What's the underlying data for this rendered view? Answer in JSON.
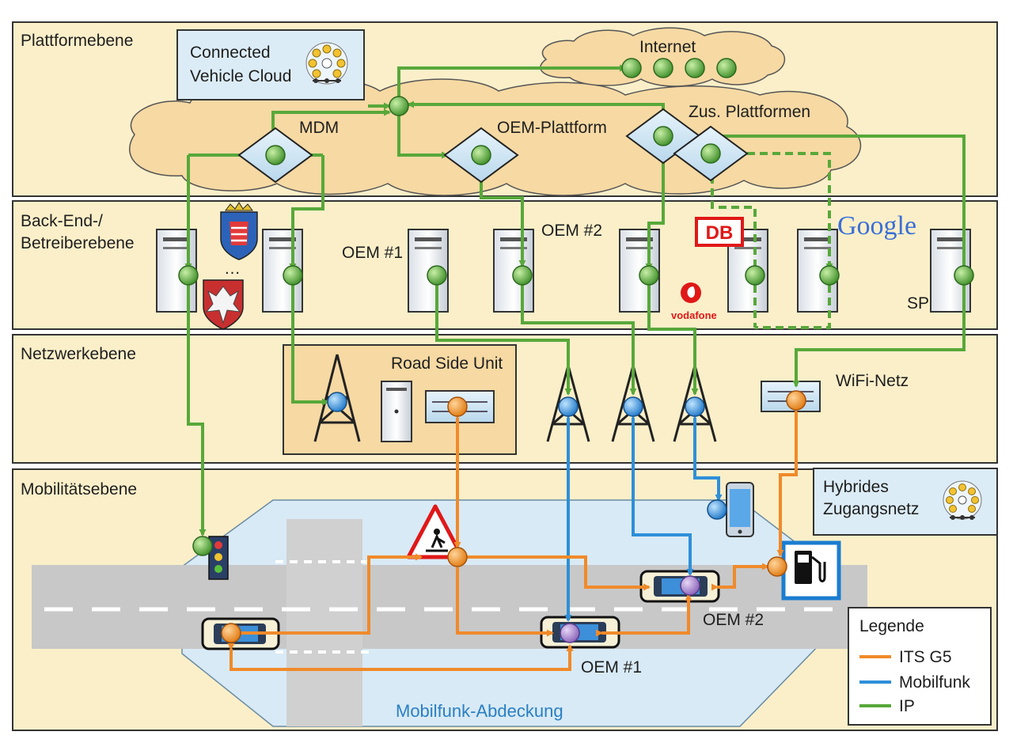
{
  "levels": {
    "platform": "Plattformebene",
    "backend_line1": "Back-End-/",
    "backend_line2": "Betreiberebene",
    "network": "Netzwerkebene",
    "mobility": "Mobilitätsebene"
  },
  "cloud_box": {
    "line1": "Connected",
    "line2": "Vehicle Cloud"
  },
  "hybrid_box": {
    "line1": "Hybrides",
    "line2": "Zugangsnetz"
  },
  "platform_labels": {
    "internet": "Internet",
    "mdm": "MDM",
    "oem_platform": "OEM-Plattform",
    "additional_platforms": "Zus. Plattformen"
  },
  "backend_labels": {
    "oem1": "OEM #1",
    "oem2": "OEM #2",
    "sp": "SP",
    "google": "Google",
    "db": "DB",
    "vodafone": "vodafone",
    "dots": "…"
  },
  "network_labels": {
    "rsu": "Road Side Unit",
    "wifi": "WiFi-Netz"
  },
  "mobility_labels": {
    "coverage": "Mobilfunk-Abdeckung",
    "car_oem1": "OEM #1",
    "car_oem2": "OEM #2"
  },
  "legend": {
    "title": "Legende",
    "items": [
      {
        "label": "ITS G5",
        "color": "#f08a2a"
      },
      {
        "label": "Mobilfunk",
        "color": "#2f8fd8"
      },
      {
        "label": "IP",
        "color": "#58a83a"
      }
    ]
  },
  "colors": {
    "its_g5": "#f08a2a",
    "mobilfunk": "#2f8fd8",
    "ip": "#58a83a",
    "panel": "#fbefc9",
    "cloud": "#f6d9a3",
    "coverage": "#d8eaf6",
    "road": "#c8c8c8"
  },
  "icons": [
    "server-icon",
    "cell-tower-icon",
    "traffic-light-icon",
    "roadwork-sign-icon",
    "fuel-station-icon",
    "smartphone-icon",
    "car-icon",
    "router-icon",
    "network-cluster-icon",
    "coat-of-arms-icon"
  ]
}
